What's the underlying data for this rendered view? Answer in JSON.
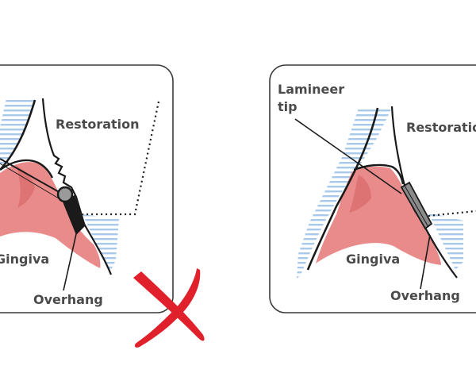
{
  "left_panel": {
    "restoration": "Restoration",
    "gingiva": "Gingiva",
    "overhang": "Overhang"
  },
  "right_panel": {
    "tip_line1": "Lamineer",
    "tip_line2": "tip",
    "restoration": "Restoration",
    "gingiva": "Gingiva",
    "overhang": "Overhang"
  },
  "colors": {
    "stripe_blue": "#a9c9ea",
    "gum_red": "#e98b8b",
    "gum_dark": "#d96a6a",
    "reject_red": "#e0202a",
    "ink": "#1a1a1a",
    "label": "#4a4a4a"
  },
  "icons": [
    "reject-x-icon"
  ]
}
